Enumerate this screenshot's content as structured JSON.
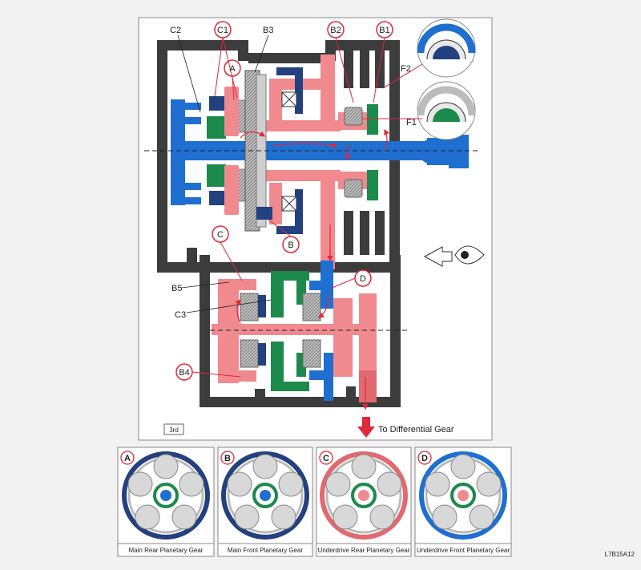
{
  "labels": {
    "c2": "C2",
    "c1": "C1",
    "b3": "B3",
    "b2": "B2",
    "b1": "B1",
    "f2": "F2",
    "f1": "F1",
    "a": "A",
    "b": "B",
    "c": "C",
    "d": "D",
    "b5": "B5",
    "c3": "C3",
    "b4": "B4"
  },
  "range_label": "3rd",
  "output_label": "To Differential Gear",
  "panels": [
    {
      "letter": "A",
      "caption": "Main Rear Planetary Gear"
    },
    {
      "letter": "B",
      "caption": "Main Front Planetary Gear"
    },
    {
      "letter": "C",
      "caption": "Underdrive Rear Planetary Gear"
    },
    {
      "letter": "D",
      "caption": "Underdrive Front Planetary Gear"
    }
  ],
  "figure_code": "L7B15A12",
  "colors": {
    "blue": "#1f6fd1",
    "navy": "#23407f",
    "pink": "#f08a8f",
    "green": "#1c8a4a",
    "gray": "#3c3c3c",
    "red": "#e0283a"
  }
}
